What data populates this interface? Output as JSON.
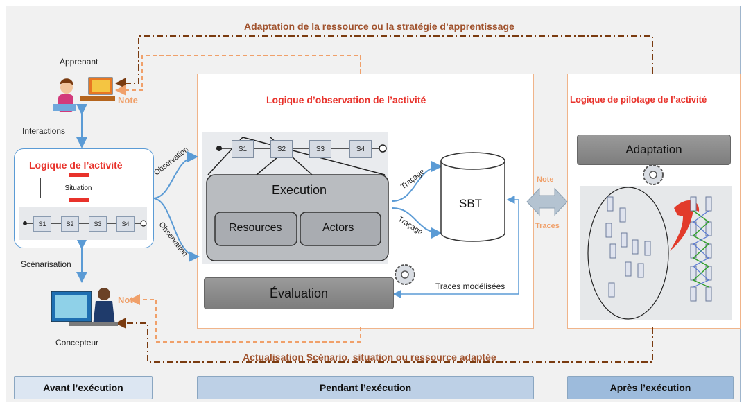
{
  "top_banner": "Adaptation de la ressource ou la stratégie d’apprentissage",
  "bottom_banner": "Actualisation Scénario, situation ou ressource adaptée",
  "actors": {
    "learner": "Apprenant",
    "designer": "Concepteur",
    "note_learner": "Note",
    "note_designer": "Note"
  },
  "links": {
    "interactions": "Interactions",
    "scenarisation": "Scénarisation",
    "observation_top": "Observation",
    "observation_bottom": "Observation",
    "tracage_top": "Traçage",
    "tracage_bottom": "Traçage",
    "traces_modelisees": "Traces modélisées",
    "arrow_note": "Note",
    "arrow_traces": "Traces"
  },
  "activity": {
    "title": "Logique de l’activité",
    "situation": "Situation",
    "steps": [
      "S1",
      "S2",
      "S3",
      "S4"
    ]
  },
  "observation": {
    "title": "Logique d’observation de l’activité",
    "steps": [
      "S1",
      "S2",
      "S3",
      "S4"
    ],
    "execution": "Execution",
    "resources": "Resources",
    "actors": "Actors",
    "sbt": "SBT",
    "evaluation": "Évaluation"
  },
  "pilotage": {
    "title": "Logique de pilotage de l’activité",
    "adaptation": "Adaptation"
  },
  "phases": {
    "before": "Avant l’exécution",
    "during": "Pendant l’exécution",
    "after": "Après l’exécution"
  },
  "colors": {
    "title_red": "#e8322b",
    "banner_brown": "#a0522d",
    "note_orange": "#f0a06a",
    "connector_blue": "#5b9bd5",
    "phase_light": "#dce6f2",
    "phase_mid": "#bdd0e6",
    "phase_dark": "#9dbbdc"
  }
}
